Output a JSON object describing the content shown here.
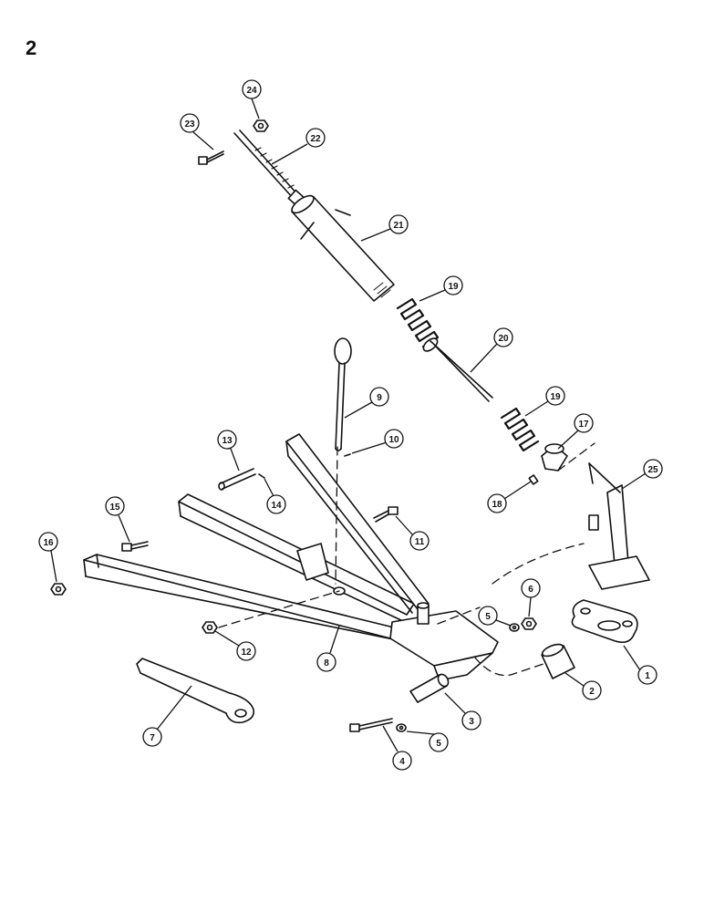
{
  "page_number": "2",
  "callouts": [
    {
      "id": "c24",
      "label": "24"
    },
    {
      "id": "c23",
      "label": "23"
    },
    {
      "id": "c22",
      "label": "22"
    },
    {
      "id": "c21",
      "label": "21"
    },
    {
      "id": "c19a",
      "label": "19"
    },
    {
      "id": "c20",
      "label": "20"
    },
    {
      "id": "c19b",
      "label": "19"
    },
    {
      "id": "c17",
      "label": "17"
    },
    {
      "id": "c18",
      "label": "18"
    },
    {
      "id": "c25",
      "label": "25"
    },
    {
      "id": "c9",
      "label": "9"
    },
    {
      "id": "c10",
      "label": "10"
    },
    {
      "id": "c13",
      "label": "13"
    },
    {
      "id": "c14",
      "label": "14"
    },
    {
      "id": "c15",
      "label": "15"
    },
    {
      "id": "c16",
      "label": "16"
    },
    {
      "id": "c11",
      "label": "11"
    },
    {
      "id": "c12",
      "label": "12"
    },
    {
      "id": "c8",
      "label": "8"
    },
    {
      "id": "c5a",
      "label": "5"
    },
    {
      "id": "c6",
      "label": "6"
    },
    {
      "id": "c1",
      "label": "1"
    },
    {
      "id": "c2",
      "label": "2"
    },
    {
      "id": "c3",
      "label": "3"
    },
    {
      "id": "c5b",
      "label": "5"
    },
    {
      "id": "c4",
      "label": "4"
    },
    {
      "id": "c7",
      "label": "7"
    }
  ]
}
